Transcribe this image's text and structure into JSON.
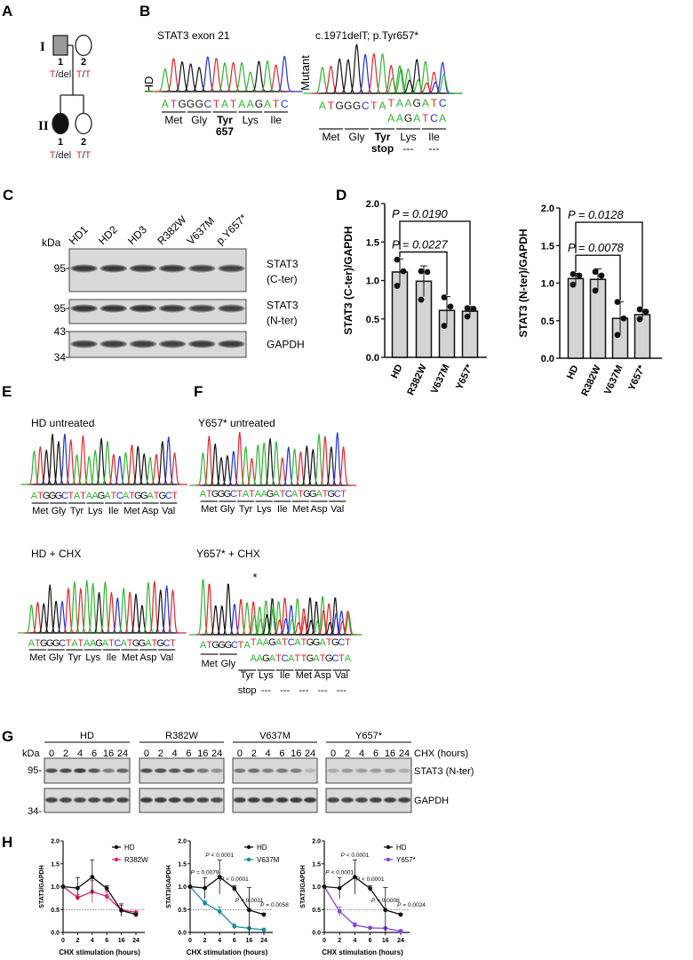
{
  "panel_labels": [
    "A",
    "B",
    "C",
    "D",
    "E",
    "F",
    "G",
    "H"
  ],
  "colors": {
    "genotype_T": "#e3262b",
    "base": {
      "A": "#2fb52f",
      "T": "#e3262b",
      "G": "#111111",
      "C": "#1f2fe0"
    },
    "carrier_fill": "#9a9a9a",
    "affected_fill": "#111111",
    "bar_fill": "#d4d4d4",
    "blot_bg": "#d9d9d9"
  },
  "pedigree": {
    "generations": [
      "I",
      "II"
    ],
    "individuals": [
      {
        "gen": "I",
        "num": "1",
        "allele1": "T",
        "sep": "/",
        "allele2": "del",
        "shape": "square",
        "status": "carrier"
      },
      {
        "gen": "I",
        "num": "2",
        "allele1": "T",
        "sep": "/",
        "allele2": "T",
        "shape": "circle",
        "status": "unaffected"
      },
      {
        "gen": "II",
        "num": "1",
        "allele1": "T",
        "sep": "/",
        "allele2": "del",
        "shape": "circle",
        "status": "affected"
      },
      {
        "gen": "II",
        "num": "2",
        "allele1": "T",
        "sep": "/",
        "allele2": "T",
        "shape": "circle",
        "status": "unaffected"
      }
    ]
  },
  "chromatograms": [
    {
      "title": "STAT3 exon 21",
      "side_label": "HD",
      "seq": "ATGGGCTATAAGATC",
      "seq2": "",
      "seq2_start": 0,
      "codons": [
        {
          "aa": "Met"
        },
        {
          "aa": "Gly"
        },
        {
          "aa": "Tyr",
          "sub": "657",
          "bold": true
        },
        {
          "aa": "Lys"
        },
        {
          "aa": "Ile"
        }
      ]
    },
    {
      "title": "c.1971delT; p.Tyr657*",
      "side_label": "Mutant",
      "seq": "ATGGGCTATAAGATC",
      "seq2": "AAGATCA",
      "seq2_start": 8,
      "codons": [
        {
          "aa": "Met"
        },
        {
          "aa": "Gly"
        },
        {
          "aa": "Tyr",
          "sub": "stop",
          "bold": true
        },
        {
          "aa": "Lys",
          "sub": "---"
        },
        {
          "aa": "Ile",
          "sub": "---"
        }
      ]
    },
    {
      "title": "HD untreated",
      "side_label": "",
      "seq": "ATGGGCTATAAGATCATGGATGCT",
      "seq2": "",
      "seq2_start": 0,
      "codons": [
        {
          "aa": "Met"
        },
        {
          "aa": "Gly"
        },
        {
          "aa": "Tyr"
        },
        {
          "aa": "Lys"
        },
        {
          "aa": "Ile"
        },
        {
          "aa": "Met"
        },
        {
          "aa": "Asp"
        },
        {
          "aa": "Val"
        }
      ]
    },
    {
      "title": "Y657* untreated",
      "side_label": "",
      "seq": "ATGGGCTATAAGATCATGGATGCT",
      "seq2": "",
      "seq2_start": 0,
      "codons": [
        {
          "aa": "Met"
        },
        {
          "aa": "Gly"
        },
        {
          "aa": "Tyr"
        },
        {
          "aa": "Lys"
        },
        {
          "aa": "Ile"
        },
        {
          "aa": "Met"
        },
        {
          "aa": "Asp"
        },
        {
          "aa": "Val"
        }
      ]
    },
    {
      "title": "HD + CHX",
      "side_label": "",
      "seq": "ATGGGCTATAAGATCATGGATGCT",
      "seq2": "",
      "seq2_start": 0,
      "codons": [
        {
          "aa": "Met"
        },
        {
          "aa": "Gly"
        },
        {
          "aa": "Tyr"
        },
        {
          "aa": "Lys"
        },
        {
          "aa": "Ile"
        },
        {
          "aa": "Met"
        },
        {
          "aa": "Asp"
        },
        {
          "aa": "Val"
        }
      ]
    },
    {
      "title": "Y657* + CHX",
      "side_label": "",
      "seq": "ATGGGCTATAAGATCATGGATGCT",
      "seq2": "AAGATCATTGATGCTA",
      "seq2_start": 8,
      "marker": "*",
      "codons": [
        {
          "aa": "Met"
        },
        {
          "aa": "Gly"
        },
        {
          "aa": "Tyr",
          "sub": "stop"
        },
        {
          "aa": "Lys",
          "sub": "---"
        },
        {
          "aa": "Ile",
          "sub": "---"
        },
        {
          "aa": "Met",
          "sub": "---"
        },
        {
          "aa": "Asp",
          "sub": "---"
        },
        {
          "aa": "Val",
          "sub": "---"
        }
      ]
    }
  ],
  "western_C": {
    "kda_label": "kDa",
    "lanes": [
      "HD1",
      "HD2",
      "HD3",
      "R382W",
      "V637M",
      "p.Y657*"
    ],
    "blots": [
      {
        "label_lines": [
          "STAT3",
          "(C-ter)"
        ],
        "markers": [
          "95"
        ],
        "band_intensity": [
          0.95,
          0.95,
          0.93,
          0.92,
          0.85,
          0.85
        ]
      },
      {
        "label_lines": [
          "STAT3",
          "(N-ter)"
        ],
        "markers": [
          "95"
        ],
        "band_intensity": [
          0.97,
          0.97,
          0.97,
          0.92,
          0.85,
          0.87
        ]
      },
      {
        "label_lines": [
          "GAPDH"
        ],
        "markers": [
          "43",
          "34"
        ],
        "band_intensity": [
          0.88,
          0.88,
          0.86,
          0.84,
          0.9,
          0.9
        ]
      }
    ]
  },
  "western_G": {
    "kda_label": "kDa",
    "time_label": "CHX (hours)",
    "times": [
      "0",
      "2",
      "4",
      "6",
      "16",
      "24"
    ],
    "row_labels": [
      "STAT3 (N-ter)",
      "GAPDH"
    ],
    "markers": [
      "95-",
      "34-"
    ],
    "groups": [
      {
        "name": "HD",
        "stat3": [
          0.75,
          0.8,
          0.95,
          0.7,
          0.45,
          0.6
        ],
        "gapdh": [
          0.85,
          0.85,
          0.82,
          0.85,
          0.85,
          0.88
        ]
      },
      {
        "name": "R382W",
        "stat3": [
          0.8,
          0.75,
          0.72,
          0.72,
          0.5,
          0.35
        ],
        "gapdh": [
          0.95,
          0.95,
          0.92,
          0.9,
          0.85,
          0.82
        ]
      },
      {
        "name": "V637M",
        "stat3": [
          0.5,
          0.55,
          0.45,
          0.5,
          0.45,
          0.15
        ],
        "gapdh": [
          0.92,
          0.92,
          0.95,
          0.95,
          0.95,
          0.97
        ]
      },
      {
        "name": "Y657*",
        "stat3": [
          0.2,
          0.28,
          0.25,
          0.28,
          0.28,
          0.22
        ],
        "gapdh": [
          0.85,
          0.88,
          0.85,
          0.9,
          0.9,
          0.92
        ]
      }
    ]
  },
  "chart_data": [
    {
      "type": "bar",
      "panel": "D",
      "ylabel": "STAT3 (C-ter)/GAPDH",
      "ylim": [
        0,
        2
      ],
      "yticks": [
        "0.0",
        "0.5",
        "1.0",
        "1.5",
        "2.0"
      ],
      "categories": [
        "HD",
        "R382W",
        "V637M",
        "Y657*"
      ],
      "values": [
        1.11,
        0.99,
        0.61,
        0.6
      ],
      "sd": [
        0.17,
        0.2,
        0.18,
        0.06
      ],
      "points": [
        [
          1.27,
          1.12,
          0.93
        ],
        [
          1.12,
          1.11,
          0.75
        ],
        [
          0.78,
          0.66,
          0.41
        ],
        [
          0.64,
          0.63,
          0.53
        ]
      ],
      "comparisons": [
        {
          "from": "HD",
          "to": "V637M",
          "label": "P = 0.0227"
        },
        {
          "from": "HD",
          "to": "Y657*",
          "label": "P = 0.0190"
        }
      ]
    },
    {
      "type": "bar",
      "panel": "D",
      "ylabel": "STAT3 (N-ter)/GAPDH",
      "ylim": [
        0,
        2
      ],
      "yticks": [
        "0.0",
        "0.5",
        "1.0",
        "1.5",
        "2.0"
      ],
      "categories": [
        "HD",
        "R382W",
        "V637M",
        "Y657*"
      ],
      "values": [
        1.06,
        1.05,
        0.53,
        0.58
      ],
      "sd": [
        0.07,
        0.14,
        0.22,
        0.07
      ],
      "points": [
        [
          1.12,
          1.1,
          0.98
        ],
        [
          1.15,
          1.1,
          0.9
        ],
        [
          0.75,
          0.53,
          0.31
        ],
        [
          0.65,
          0.62,
          0.52
        ]
      ],
      "comparisons": [
        {
          "from": "HD",
          "to": "V637M",
          "label": "P = 0.0078"
        },
        {
          "from": "HD",
          "to": "Y657*",
          "label": "P = 0.0128"
        }
      ]
    },
    {
      "type": "line",
      "panel": "H",
      "xlabel": "CHX stimulation (hours)",
      "ylabel": "STAT3/GAPDH",
      "ylim": [
        0,
        2
      ],
      "yticks": [
        "0.0",
        "0.5",
        "1.0",
        "1.5",
        "2.0"
      ],
      "x": [
        "0",
        "2",
        "4",
        "6",
        "16",
        "24"
      ],
      "reference_line": 0.5,
      "legend": "top-right",
      "series": [
        {
          "name": "HD",
          "color": "#111111",
          "values": [
            1.0,
            0.97,
            1.21,
            0.96,
            0.48,
            0.39
          ],
          "sd": [
            0,
            0.23,
            0.37,
            0.06,
            0.12,
            0.03
          ]
        },
        {
          "name": "R382W",
          "color": "#e0206a",
          "values": [
            1.0,
            0.76,
            0.89,
            0.79,
            0.49,
            0.44
          ],
          "sd": [
            0,
            0.06,
            0.24,
            0.1,
            0.14,
            0.02
          ]
        }
      ],
      "p_symbol": "P",
      "p_values": []
    },
    {
      "type": "line",
      "panel": "H",
      "xlabel": "CHX stimulation (hours)",
      "ylabel": "STAT3/GAPDH",
      "ylim": [
        0,
        2
      ],
      "yticks": [
        "0.0",
        "0.5",
        "1.0",
        "1.5",
        "2.0"
      ],
      "x": [
        "0",
        "2",
        "4",
        "6",
        "16",
        "24"
      ],
      "reference_line": 0.5,
      "legend": "top-right",
      "series": [
        {
          "name": "HD",
          "color": "#111111",
          "values": [
            1.0,
            0.97,
            1.21,
            0.96,
            0.49,
            0.39
          ],
          "sd": [
            0,
            0.23,
            0.37,
            0.06,
            0.49,
            0.03
          ]
        },
        {
          "name": "V637M",
          "color": "#1a8c9c",
          "values": [
            1.0,
            0.64,
            0.46,
            0.13,
            0.09,
            0.06
          ],
          "sd": [
            0,
            0.06,
            0.1,
            0.06,
            0.02,
            0.02
          ]
        }
      ],
      "p_symbol": "P",
      "p_values": [
        "",
        "= 0.0079",
        "< 0.0001",
        "< 0.0001",
        "= 0.0011",
        "= 0.0058"
      ]
    },
    {
      "type": "line",
      "panel": "H",
      "xlabel": "CHX stimulation (hours)",
      "ylabel": "STAT3/GAPDH",
      "ylim": [
        0,
        2
      ],
      "yticks": [
        "0.0",
        "0.5",
        "1.0",
        "1.5",
        "2.0"
      ],
      "x": [
        "0",
        "2",
        "4",
        "6",
        "16",
        "24"
      ],
      "reference_line": 0.5,
      "legend": "top-right",
      "series": [
        {
          "name": "HD",
          "color": "#111111",
          "values": [
            1.0,
            0.97,
            1.21,
            0.96,
            0.49,
            0.39
          ],
          "sd": [
            0,
            0.23,
            0.37,
            0.06,
            0.49,
            0.03
          ]
        },
        {
          "name": "Y657*",
          "color": "#8a3fe0",
          "values": [
            1.0,
            0.46,
            0.16,
            0.1,
            0.09,
            0.03
          ],
          "sd": [
            0,
            0.1,
            0.05,
            0.02,
            0.03,
            0.02
          ]
        }
      ],
      "p_symbol": "P",
      "p_values": [
        "",
        "< 0.0001",
        "< 0.0001",
        "< 0.0001",
        "= 0.0008",
        "= 0.0024"
      ]
    }
  ]
}
